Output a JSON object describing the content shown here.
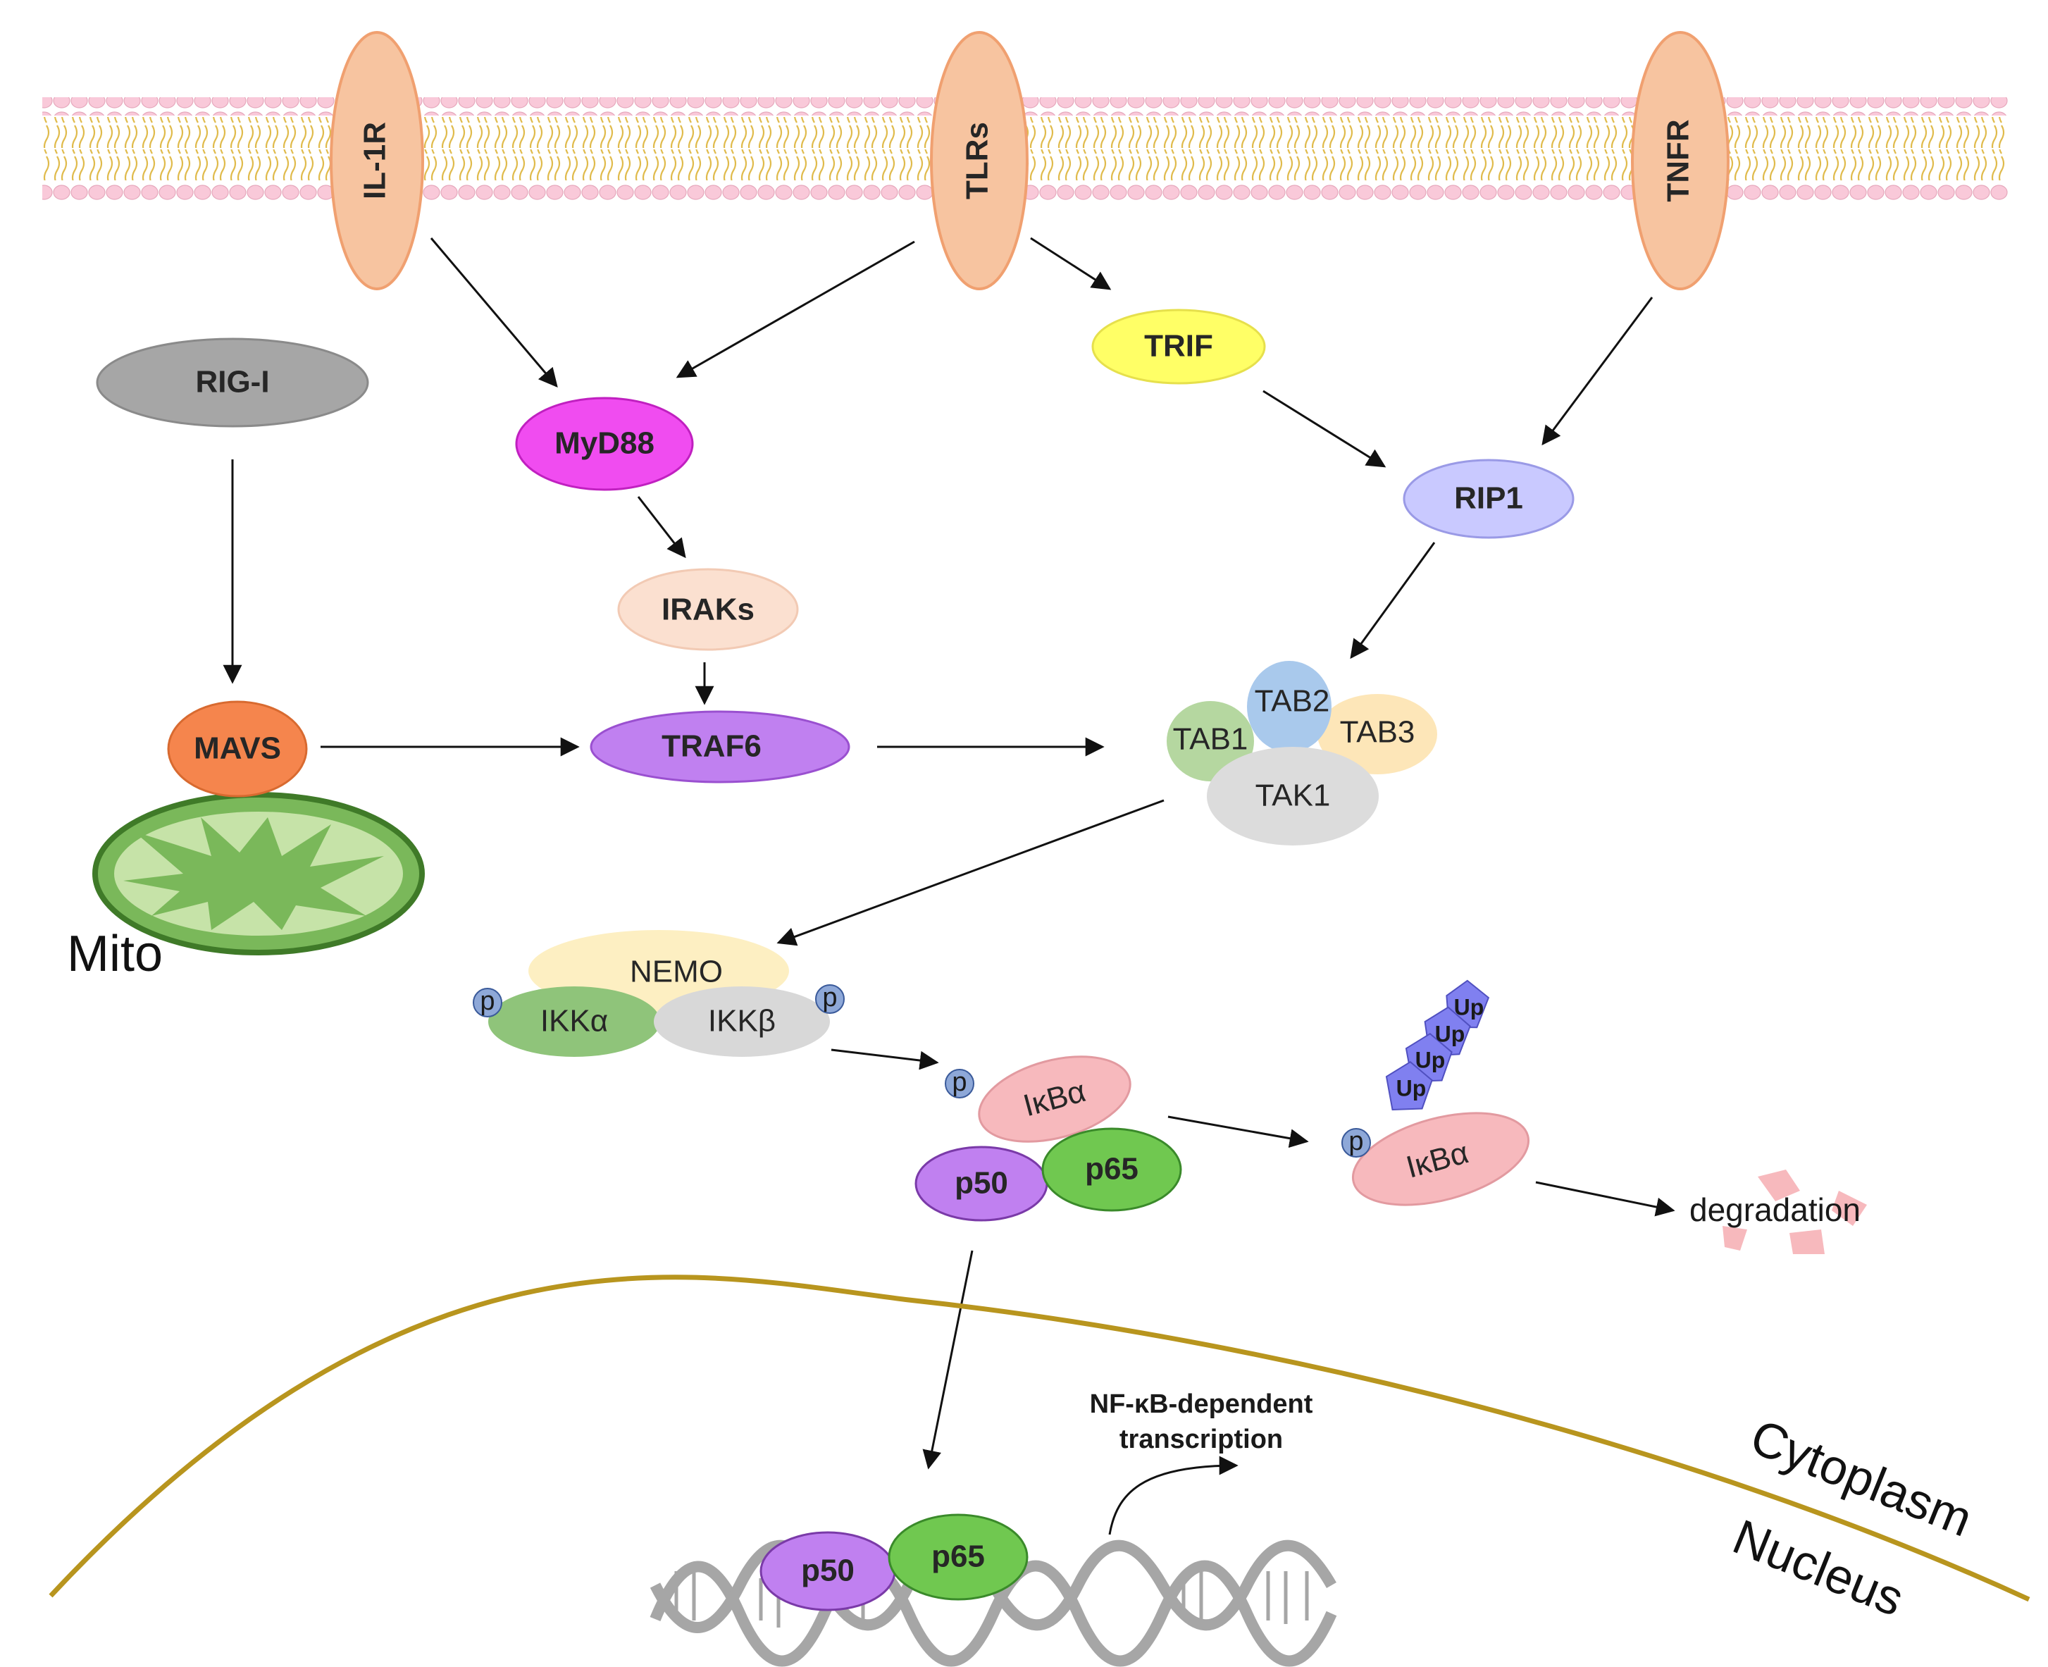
{
  "receptors": {
    "il1r": "IL-1R",
    "tlrs": "TLRs",
    "tnfr": "TNFR"
  },
  "nodes": {
    "rig_i": "RIG-I",
    "myd88": "MyD88",
    "trif": "TRIF",
    "rip1": "RIP1",
    "iraks": "IRAKs",
    "mavs": "MAVS",
    "traf6": "TRAF6",
    "mito": "Mito",
    "tab1": "TAB1",
    "tab2": "TAB2",
    "tab3": "TAB3",
    "tak1": "TAK1",
    "nemo": "NEMO",
    "ikka": "IKKα",
    "ikkb": "IKKβ",
    "ikba": "IκBα",
    "ikba_2": "IκBα",
    "p50": "p50",
    "p65": "p65",
    "p50_nuc": "p50",
    "p65_nuc": "p65",
    "phospho": "p",
    "ubiquitin": "Up",
    "degradation": "degradation"
  },
  "transcription": {
    "line1": "NF-κB-dependent",
    "line2": "transcription"
  },
  "compartments": {
    "cytoplasm": "Cytoplasm",
    "nucleus": "Nucleus"
  },
  "colors": {
    "receptor": "#f7c4a0",
    "receptor_stroke": "#f0a070",
    "membrane_head": "#f9c9d9",
    "membrane_tail": "#e8c25a",
    "rig_i": "#a6a6a6",
    "myd88": "#f04cf0",
    "trif": "#ffff66",
    "rip1": "#c9c9ff",
    "iraks": "#fbe0d0",
    "mavs": "#f5854d",
    "traf6": "#c080f0",
    "mito_outer": "#7ab85a",
    "mito_inner": "#c6e3a8",
    "tab1": "#b5d7a0",
    "tab2": "#a9c9ec",
    "tab3": "#fde6b8",
    "tak1": "#dcdcdc",
    "nemo": "#fdefc2",
    "ikka": "#8fc47a",
    "ikkb": "#d8d8d8",
    "ikba": "#f7b9bd",
    "p50": "#c080f0",
    "p65": "#70c850",
    "phospho": "#8ea8d8",
    "ubiquitin": "#8080f0",
    "nuclear_envelope": "#b8951e",
    "dna": "#a6a6a6"
  }
}
